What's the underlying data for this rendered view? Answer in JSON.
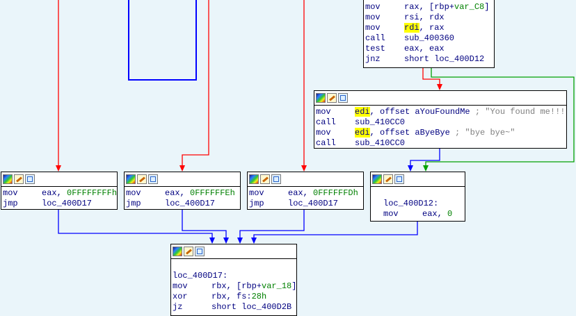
{
  "node0": {
    "lines": [
      {
        "m": "mov",
        "p": [
          {
            "t": "rax, [rbp+"
          },
          {
            "t": "var_C8",
            "c": "gv"
          },
          {
            "t": "]"
          }
        ]
      },
      {
        "m": "mov",
        "p": [
          {
            "t": "rsi, rdx"
          }
        ]
      },
      {
        "m": "mov",
        "p": [
          {
            "t": "rdi",
            "c": "hl"
          },
          {
            "t": ", rax"
          }
        ]
      },
      {
        "m": "call",
        "p": [
          {
            "t": "sub_400360"
          }
        ]
      },
      {
        "m": "test",
        "p": [
          {
            "t": "eax, eax"
          }
        ]
      },
      {
        "m": "jnz",
        "p": [
          {
            "t": "short loc_400D12"
          }
        ]
      }
    ]
  },
  "node1": {
    "lines": [
      {
        "m": "mov",
        "p": [
          {
            "t": "edi",
            "c": "hl"
          },
          {
            "t": ", offset aYouFoundMe "
          },
          {
            "t": "; \"You found me!!!\"",
            "c": "cm"
          }
        ]
      },
      {
        "m": "call",
        "p": [
          {
            "t": "sub_410CC0"
          }
        ]
      },
      {
        "m": "mov",
        "p": [
          {
            "t": "edi",
            "c": "hl"
          },
          {
            "t": ", offset aByeBye "
          },
          {
            "t": "; \"bye bye~\"",
            "c": "cm"
          }
        ]
      },
      {
        "m": "call",
        "p": [
          {
            "t": "sub_410CC0"
          }
        ]
      }
    ]
  },
  "node2": {
    "lines": [
      {
        "m": "mov",
        "p": [
          {
            "t": "eax, "
          },
          {
            "t": "0FFFFFFFFh",
            "c": "gv"
          }
        ]
      },
      {
        "m": "jmp",
        "p": [
          {
            "t": "loc_400D17"
          }
        ]
      }
    ]
  },
  "node3": {
    "lines": [
      {
        "m": "mov",
        "p": [
          {
            "t": "eax, "
          },
          {
            "t": "0FFFFFFEh",
            "c": "gv"
          }
        ]
      },
      {
        "m": "jmp",
        "p": [
          {
            "t": "loc_400D17"
          }
        ]
      }
    ]
  },
  "node4": {
    "lines": [
      {
        "m": "mov",
        "p": [
          {
            "t": "eax, "
          },
          {
            "t": "0FFFFFFDh",
            "c": "gv"
          }
        ]
      },
      {
        "m": "jmp",
        "p": [
          {
            "t": "loc_400D17"
          }
        ]
      }
    ]
  },
  "node5": {
    "lines": [
      {
        "m": "",
        "p": [
          {
            "t": ""
          }
        ]
      },
      {
        "m": "",
        "p": [
          {
            "t": "loc_400D12:",
            "c": "lbl"
          }
        ]
      },
      {
        "m": "mov",
        "p": [
          {
            "t": "eax, "
          },
          {
            "t": "0",
            "c": "gv"
          }
        ]
      }
    ]
  },
  "node6": {
    "lines": [
      {
        "m": "",
        "p": [
          {
            "t": ""
          }
        ]
      },
      {
        "m": "",
        "p": [
          {
            "t": "loc_400D17:",
            "c": "lbl"
          }
        ]
      },
      {
        "m": "mov",
        "p": [
          {
            "t": "rbx, [rbp+"
          },
          {
            "t": "var_18",
            "c": "gv"
          },
          {
            "t": "]"
          }
        ]
      },
      {
        "m": "xor",
        "p": [
          {
            "t": "rbx, fs:"
          },
          {
            "t": "28h",
            "c": "gv"
          }
        ]
      },
      {
        "m": "jz",
        "p": [
          {
            "t": "short loc_400D2B"
          }
        ]
      }
    ]
  },
  "colors": {
    "true_edge": "#00a000",
    "false_edge": "#ff0000",
    "jump_edge": "#0000ff"
  }
}
